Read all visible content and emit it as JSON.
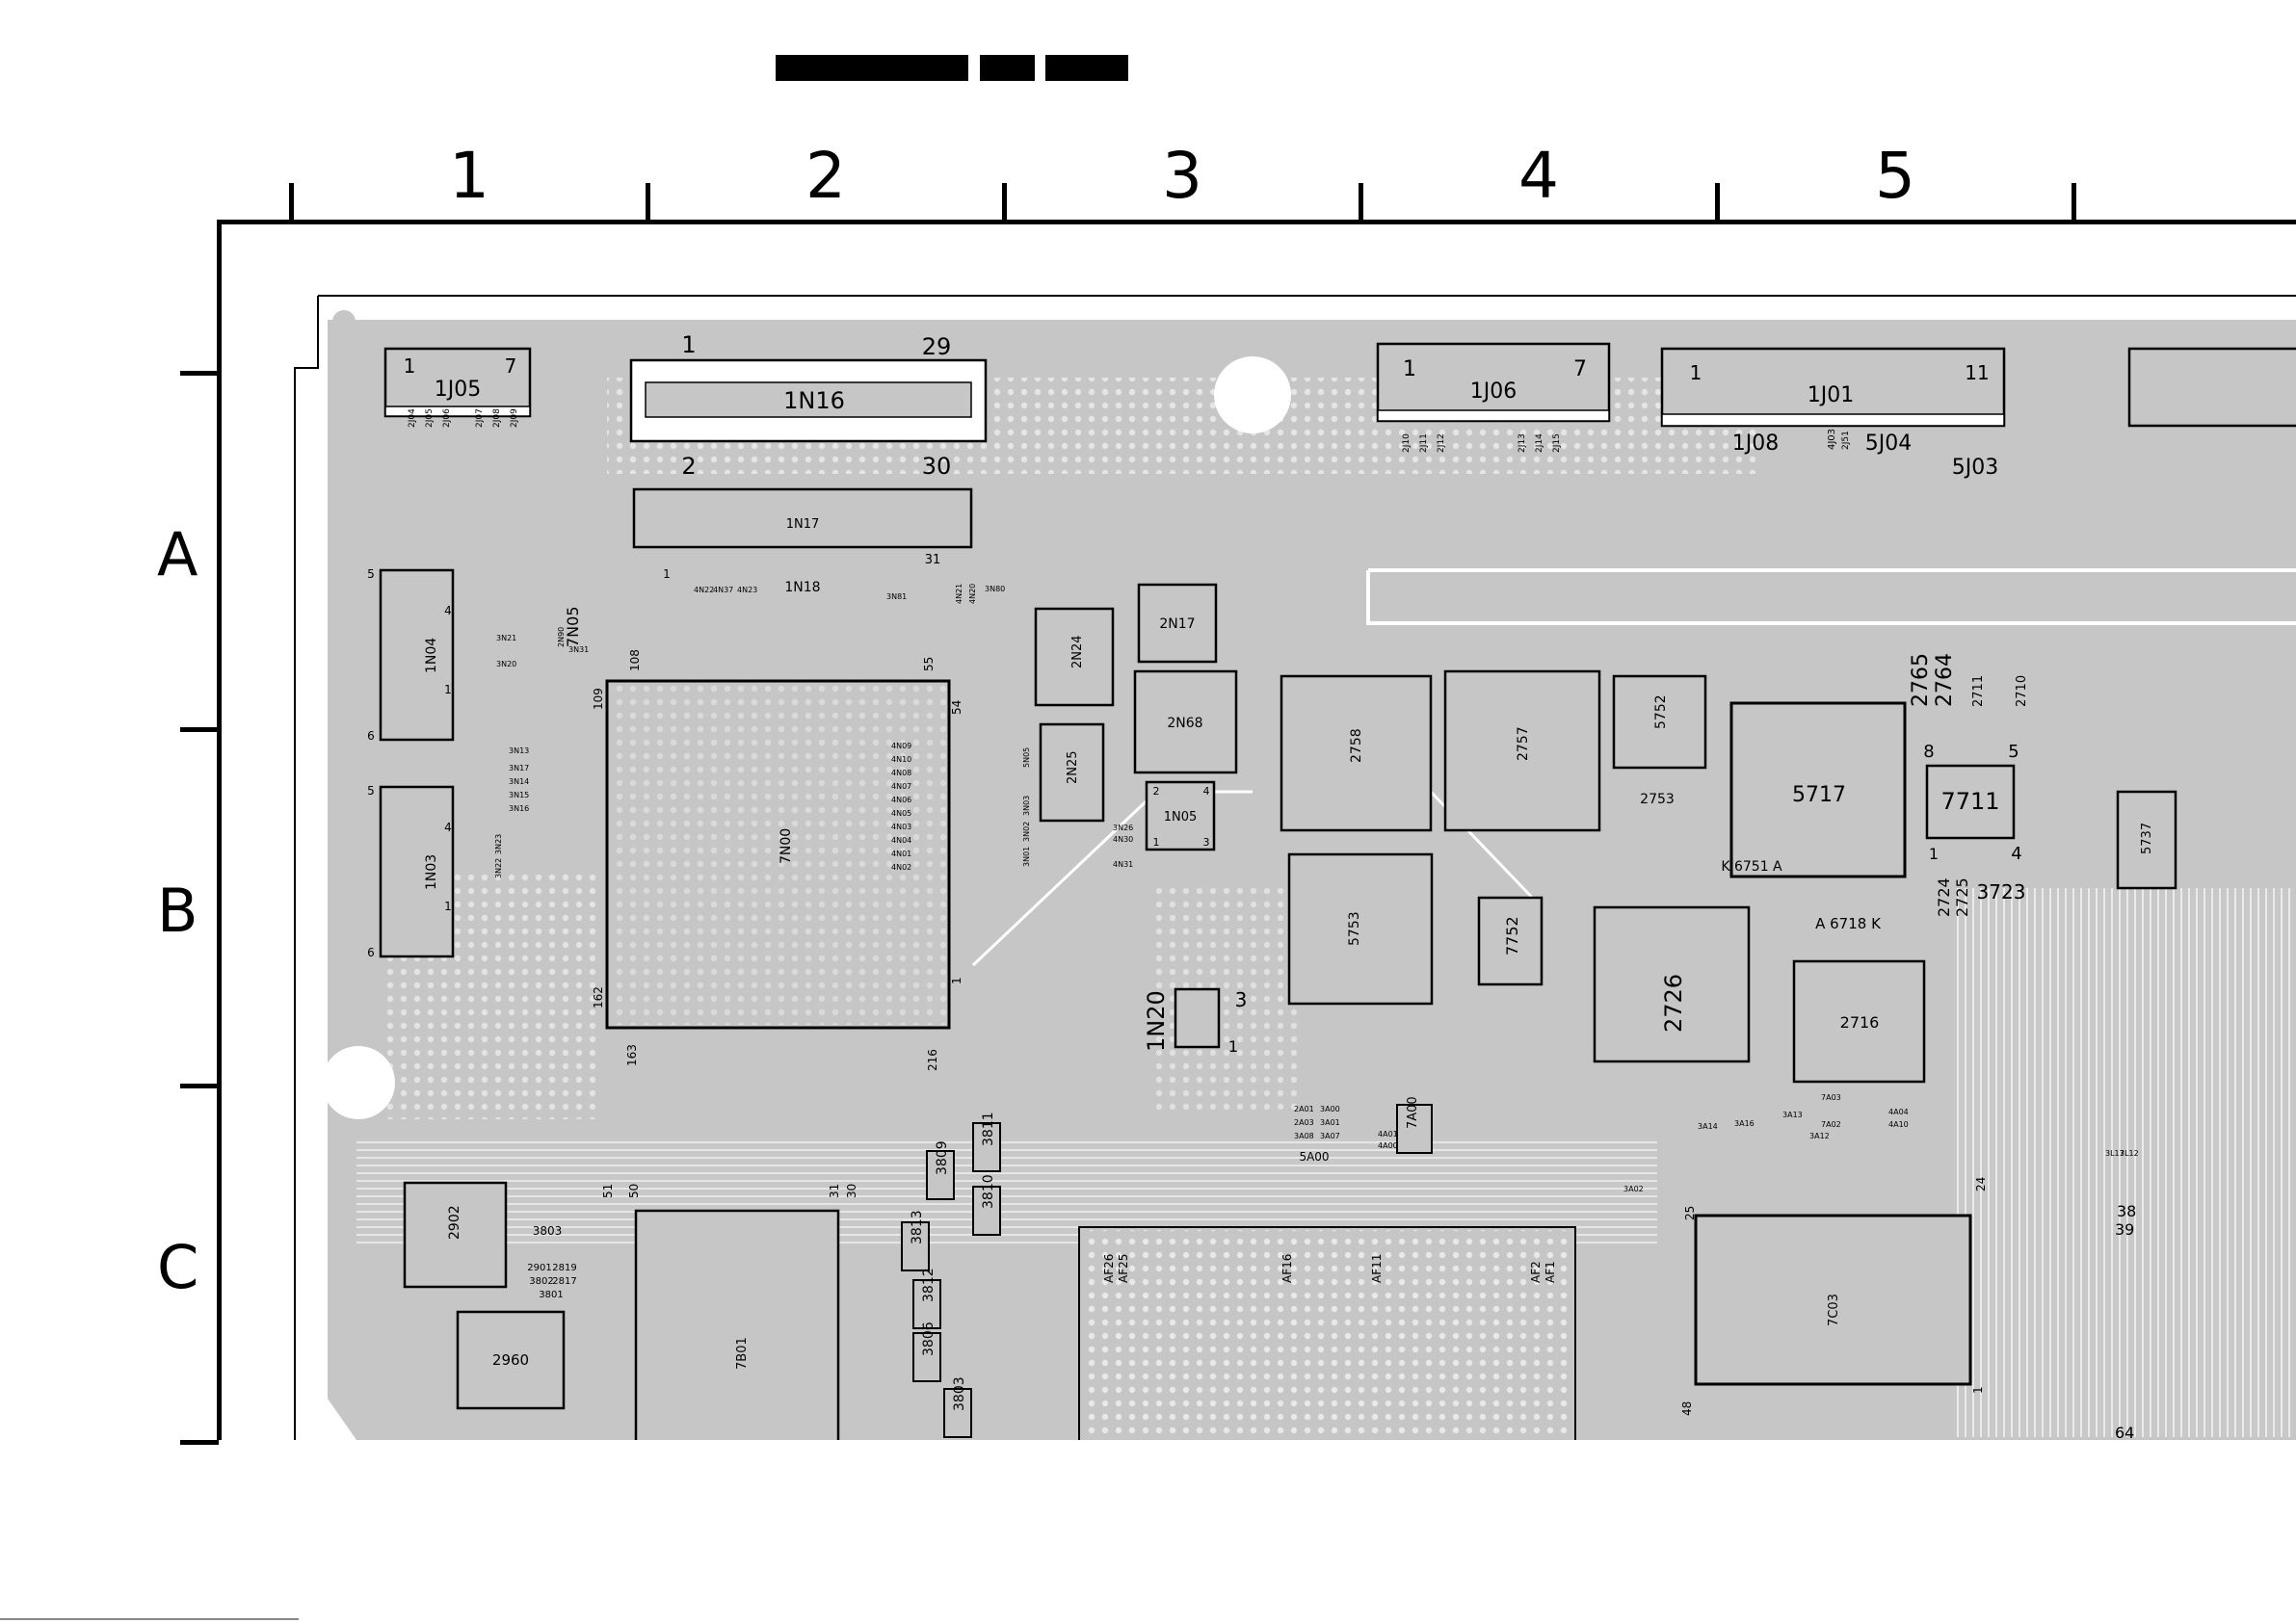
{
  "columns": [
    "1",
    "2",
    "3",
    "4",
    "5"
  ],
  "rows": [
    "A",
    "B",
    "C"
  ],
  "connectors": {
    "j05": {
      "name": "1J05",
      "pin_first": "1",
      "pin_last": "7",
      "parts": [
        "2J04",
        "2J05",
        "2J06",
        "2J07",
        "2J08",
        "2J09"
      ]
    },
    "n16": {
      "name": "1N16",
      "pin_tl": "1",
      "pin_tr": "29",
      "pin_bl": "2",
      "pin_br": "30"
    },
    "n17": {
      "name": "1N17",
      "under": "1N18",
      "pin_l": "1",
      "pin_r": "31"
    },
    "j06": {
      "name": "1J06",
      "pin_first": "1",
      "pin_last": "7",
      "parts": [
        "2J10",
        "2J11",
        "2J12",
        "2J13",
        "2J14",
        "2J15"
      ]
    },
    "j01": {
      "name": "1J01",
      "pin_first": "1",
      "pin_last": "11",
      "extra": [
        "1J08",
        "5J04",
        "5J03",
        "4J03",
        "2J51"
      ]
    },
    "n04": {
      "name": "1N04",
      "pins": [
        "5",
        "4",
        "1",
        "6"
      ]
    },
    "n03": {
      "name": "1N03",
      "pins": [
        "5",
        "4",
        "1",
        "6"
      ]
    }
  },
  "chips": {
    "n00": {
      "name": "7N00",
      "pins": [
        "108",
        "55",
        "109",
        "54",
        "162",
        "1",
        "163",
        "216"
      ]
    },
    "n24": "2N24",
    "n17": "2N17",
    "n68": "2N68",
    "n25": "2N25",
    "n05": {
      "name": "1N05",
      "pins": [
        "2",
        "4",
        "1",
        "3"
      ]
    },
    "n20": {
      "name": "1N20",
      "pins": [
        "3",
        "1"
      ]
    },
    "b01": {
      "name": "7B01",
      "pins": [
        "51",
        "50",
        "31",
        "30"
      ]
    },
    "af": {
      "name": "AF16",
      "pins": [
        "AF26",
        "AF25",
        "AF11",
        "AF2",
        "AF1"
      ]
    },
    "c03": {
      "name": "7C03",
      "pins": [
        "25",
        "24",
        "48",
        "1"
      ]
    },
    "c_right_pins": [
      "38",
      "39",
      "64"
    ]
  },
  "parts": {
    "p2758": "2758",
    "p2757": "2757",
    "p5752": "5752",
    "p2753": "2753",
    "p5717": "5717",
    "p7711": "7711",
    "p7711_pins": [
      "8",
      "5",
      "1",
      "4"
    ],
    "p2765": "2765",
    "p2764": "2764",
    "p2711": "2711",
    "p2710": "2710",
    "p5737": "5737",
    "p6751": "K 6751 A",
    "p5753": "5753",
    "p7752": "7752",
    "p2726": "2726",
    "p2724": "2724",
    "p2725": "2725",
    "p3723": "3723",
    "p6718": "A 6718 K",
    "p2716": "2716",
    "p7a00": "7A00",
    "p5a00": "5A00",
    "p2902": "2902",
    "p2960": "2960",
    "p3803": "3803",
    "p3809": "3809",
    "p3811": "3811",
    "p3810": "3810",
    "p3813": "3813",
    "p3812": "3812",
    "p3806": "3806",
    "p3803b": "3803",
    "p3801": "3801",
    "p3802": "3802",
    "p2901": "2901",
    "p2817": "2817",
    "p2819": "2819"
  },
  "small_labels": [
    "7N05",
    "3N31",
    "3N21",
    "3N20",
    "3N13",
    "3N17",
    "3N14",
    "3N15",
    "3N16",
    "3N22",
    "3N23",
    "4N09",
    "4N10",
    "4N08",
    "4N07",
    "4N06",
    "4N05",
    "4N03",
    "4N04",
    "4N01",
    "4N02",
    "5N05",
    "3N03",
    "3N01",
    "3N02",
    "3N26",
    "4N30",
    "4N31",
    "3N81",
    "3N80",
    "4N21",
    "4N20",
    "4N22",
    "4N37",
    "4N23",
    "2A01",
    "3A00",
    "2A03",
    "3A01",
    "3A08",
    "3A07",
    "4A01",
    "4A00",
    "2N90",
    "1N18",
    "7A03",
    "3A16",
    "7A02",
    "4A04",
    "4A10",
    "3A02",
    "3A13",
    "3A14",
    "3L12",
    "3L17",
    "3A12"
  ]
}
